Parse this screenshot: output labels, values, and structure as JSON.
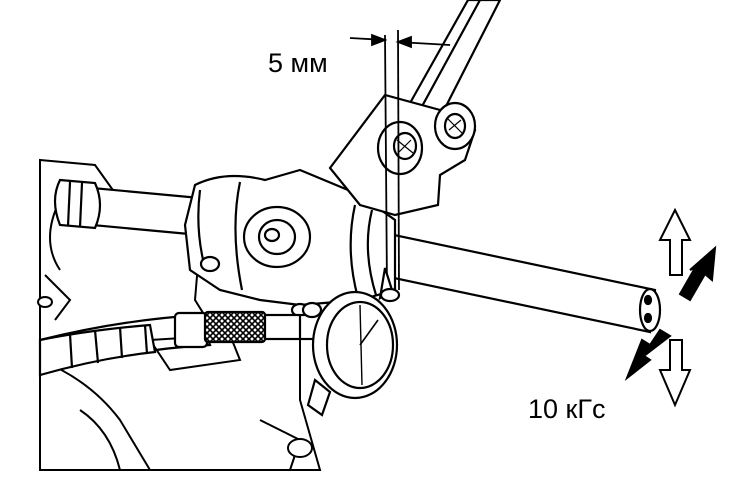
{
  "labels": {
    "gap": "5 мм",
    "force": "10 кГс"
  },
  "colors": {
    "line": "#000000",
    "fill": "#ffffff",
    "hatch": "#000000"
  },
  "icons": {
    "up_arrow": "hollow-arrow-up",
    "down_arrow": "hollow-arrow-down",
    "forward_arrow": "solid-arrow-up-right",
    "back_arrow": "solid-arrow-down-left"
  }
}
